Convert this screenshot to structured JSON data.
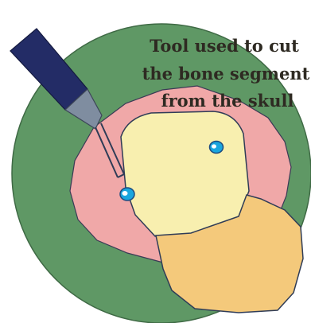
{
  "caption": {
    "lines": [
      "Tool used to cut",
      "the bone segment",
      "from the skull"
    ]
  },
  "colors": {
    "scalp_green": "#5f9865",
    "tissue_pink": "#f0a8a8",
    "bone_yellow": "#f8efaf",
    "skin_flap_orange": "#f4c97b",
    "burr_hole_blue": "#1aa6de",
    "tool_handle_navy": "#232c66",
    "tool_shaft_grey": "#7f8da0",
    "outline": "#2f3c57",
    "background": "#ffffff"
  },
  "icons": {
    "tool": "surgical-saw-icon",
    "holes": "burr-hole-icon"
  }
}
